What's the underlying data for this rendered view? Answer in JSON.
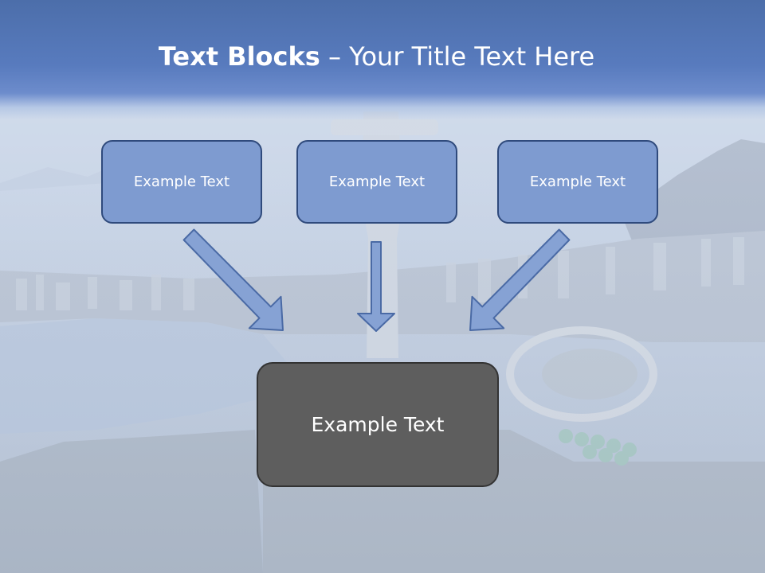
{
  "title": {
    "bold": "Text Blocks",
    "dash": " – ",
    "rest": "Your Title Text Here"
  },
  "blocks": [
    {
      "label": "Example Text"
    },
    {
      "label": "Example Text"
    },
    {
      "label": "Example Text"
    }
  ],
  "center_block": {
    "label": "Example Text"
  },
  "colors": {
    "title_bar": "#587bbe",
    "block_fill": "#7e9bd0",
    "block_border": "#2f4a7c",
    "center_fill": "#5e5e5e",
    "arrow_fill": "#86a2d4"
  }
}
